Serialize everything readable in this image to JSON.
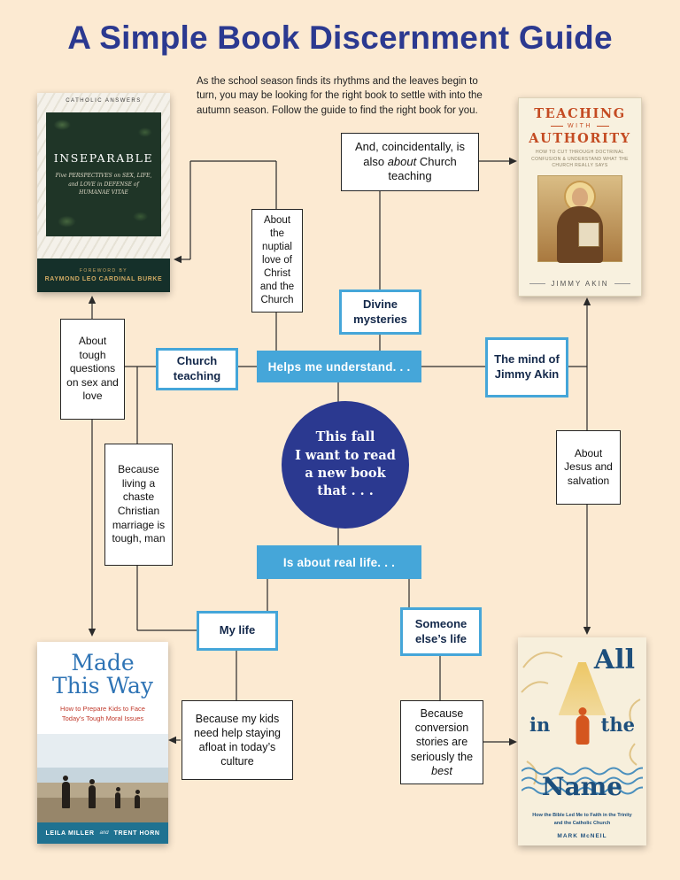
{
  "page": {
    "title": "A Simple Book Discernment Guide",
    "intro": "As the school season finds its rhythms and the leaves begin to turn, you may be looking for the right book to settle with into the autumn season. Follow the guide to find the right book for you."
  },
  "flow": {
    "circle": {
      "l1": "This fall",
      "l2": "I want to read",
      "l3": "a new book",
      "l4": "that . . ."
    },
    "bars": {
      "understand": "Helps me understand. . .",
      "real_life": "Is about real life. . ."
    },
    "nodes": {
      "divine": "Divine mysteries",
      "church": "Church teaching",
      "mind": "The mind of Jimmy Akin",
      "my_life": "My life",
      "someone": "Someone else’s life"
    },
    "annotations": {
      "coincidental_pre": "And, coincidentally, is also ",
      "coincidental_em": "about",
      "coincidental_post": " Church teaching",
      "nuptial": "About the nuptial love of Christ and the Church",
      "tough": "About tough questions on sex and love",
      "chaste": "Because living a chaste Christian marriage is tough, man",
      "jesus": "About Jesus and salvation",
      "kids": "Because my kids need help staying afloat in today’s culture",
      "conversion_pre": "Because conversion stories are seriously the ",
      "conversion_em": "best",
      "conversion_post": ""
    }
  },
  "books": {
    "inseparable": {
      "publisher": "CATHOLIC ANSWERS",
      "title": "INSEPARABLE",
      "subtitle": "Five PERSPECTIVES on SEX, LIFE, and LOVE in DEFENSE of HUMANAE VITAE",
      "foreword": "FOREWORD BY",
      "author": "RAYMOND LEO CARDINAL BURKE"
    },
    "teaching": {
      "t1": "TEACHING",
      "t2": "WITH",
      "t3": "AUTHORITY",
      "subtitle": "How to Cut Through Doctrinal Confusion & Understand What the Church Really Says",
      "author": "JIMMY AKIN"
    },
    "made": {
      "t1": "Made",
      "t2": "This Way",
      "subtitle": "How to Prepare Kids to Face Today’s Tough Moral Issues",
      "author1": "LEILA MILLER",
      "joiner": "and",
      "author2": "TRENT HORN"
    },
    "name": {
      "w1": "All",
      "w2": "in",
      "w3": "the",
      "w4": "Name",
      "subtitle": "How the Bible Led Me to Faith in the Trinity and the Catholic Church",
      "author": "MARK McNEIL"
    }
  }
}
